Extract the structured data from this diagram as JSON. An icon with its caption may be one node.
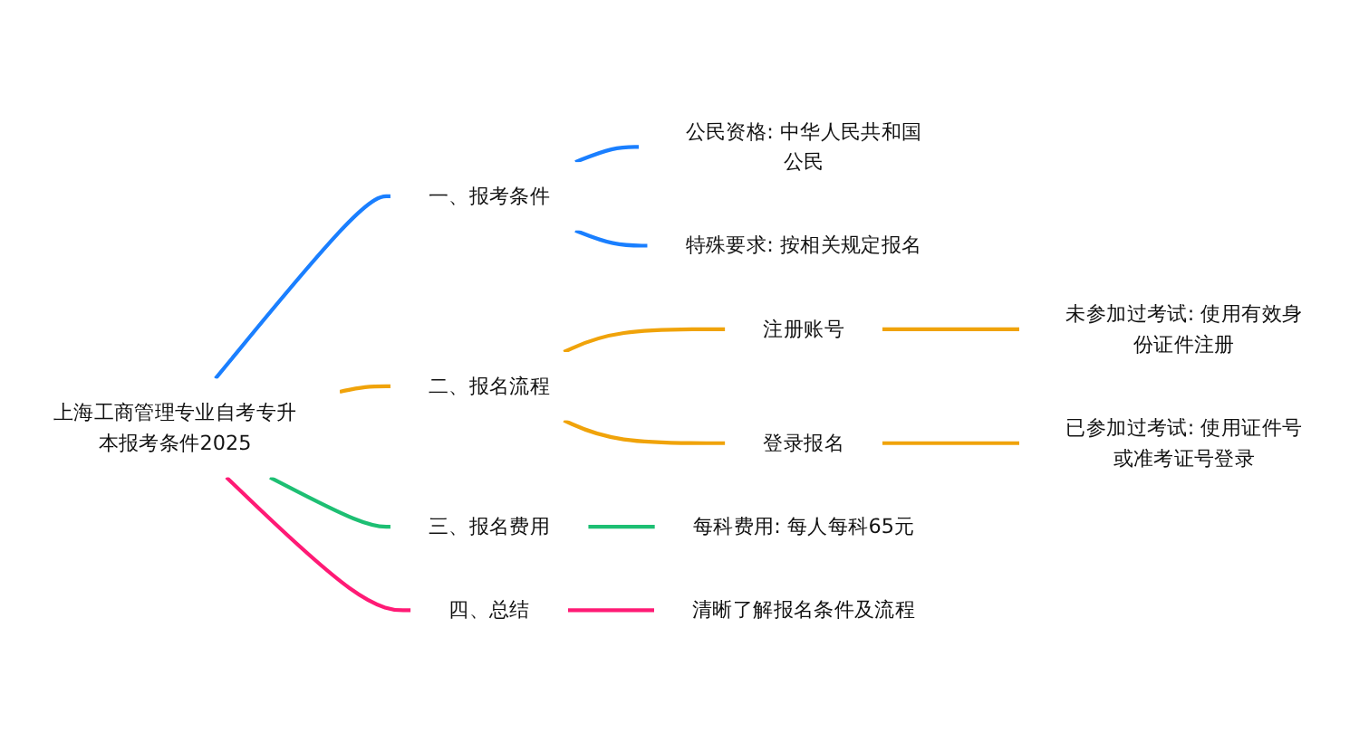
{
  "diagram": {
    "nodes": [
      {
        "text": [
          "上海工商管理专业自考专升本报考条件2025"
        ]
      },
      {
        "text": [
          "一、报考条件"
        ]
      },
      {
        "text": [
          "公民资格: 中华人民共和国公民"
        ]
      },
      {
        "text": [
          "特殊要求: 按相关规定报名"
        ]
      },
      {
        "text": [
          "二、报名流程"
        ]
      },
      {
        "text": [
          "注册账号"
        ]
      },
      {
        "text": [
          "未参加过考试: 使用有效身份证件注册"
        ]
      },
      {
        "text": [
          "登录报名"
        ]
      },
      {
        "text": [
          "已参加过考试: 使用证件号或准考证号登录"
        ]
      },
      {
        "text": [
          "三、报名费用"
        ]
      },
      {
        "text": [
          "每科费用: 每人每科65元"
        ]
      },
      {
        "text": [
          "四、总结"
        ]
      },
      {
        "text": [
          "清晰了解报名条件及流程"
        ]
      }
    ],
    "edges": [
      {
        "from": 0,
        "to": 1,
        "arrow": "none",
        "color": "#1a7fff"
      },
      {
        "from": 1,
        "to": 2,
        "arrow": "none",
        "color": "#1a7fff"
      },
      {
        "from": 1,
        "to": 3,
        "arrow": "none",
        "color": "#1a7fff"
      },
      {
        "from": 0,
        "to": 4,
        "arrow": "none",
        "color": "#f0a30a"
      },
      {
        "from": 4,
        "to": 5,
        "arrow": "none",
        "color": "#f0a30a"
      },
      {
        "from": 5,
        "to": 6,
        "arrow": "none",
        "color": "#f0a30a"
      },
      {
        "from": 4,
        "to": 7,
        "arrow": "none",
        "color": "#f0a30a"
      },
      {
        "from": 7,
        "to": 8,
        "arrow": "none",
        "color": "#f0a30a"
      },
      {
        "from": 0,
        "to": 9,
        "arrow": "none",
        "color": "#1dbf73"
      },
      {
        "from": 9,
        "to": 10,
        "arrow": "none",
        "color": "#1dbf73"
      },
      {
        "from": 0,
        "to": 11,
        "arrow": "none",
        "color": "#ff1a75"
      },
      {
        "from": 11,
        "to": 12,
        "arrow": "none",
        "color": "#ff1a75"
      }
    ]
  }
}
